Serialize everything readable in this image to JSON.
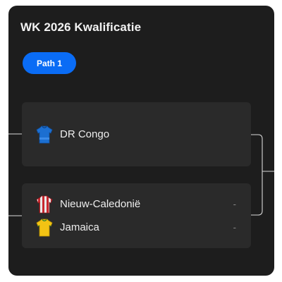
{
  "header": {
    "title": "WK 2026 Kwalificatie"
  },
  "path_tab": {
    "label": "Path 1"
  },
  "matches": [
    {
      "teams": [
        {
          "name": "DR Congo",
          "jersey": "blue-jersey-icon"
        }
      ]
    },
    {
      "teams": [
        {
          "name": "Nieuw-Caledonië",
          "score": "-",
          "jersey": "red-white-striped-jersey-icon"
        },
        {
          "name": "Jamaica",
          "score": "-",
          "jersey": "yellow-jersey-icon"
        }
      ]
    }
  ],
  "colors": {
    "card_background": "#1d1d1d",
    "match_background": "#2a2a2a",
    "accent": "#0a6cf5",
    "text": "#eeeeee",
    "muted": "#8a8a8a"
  }
}
